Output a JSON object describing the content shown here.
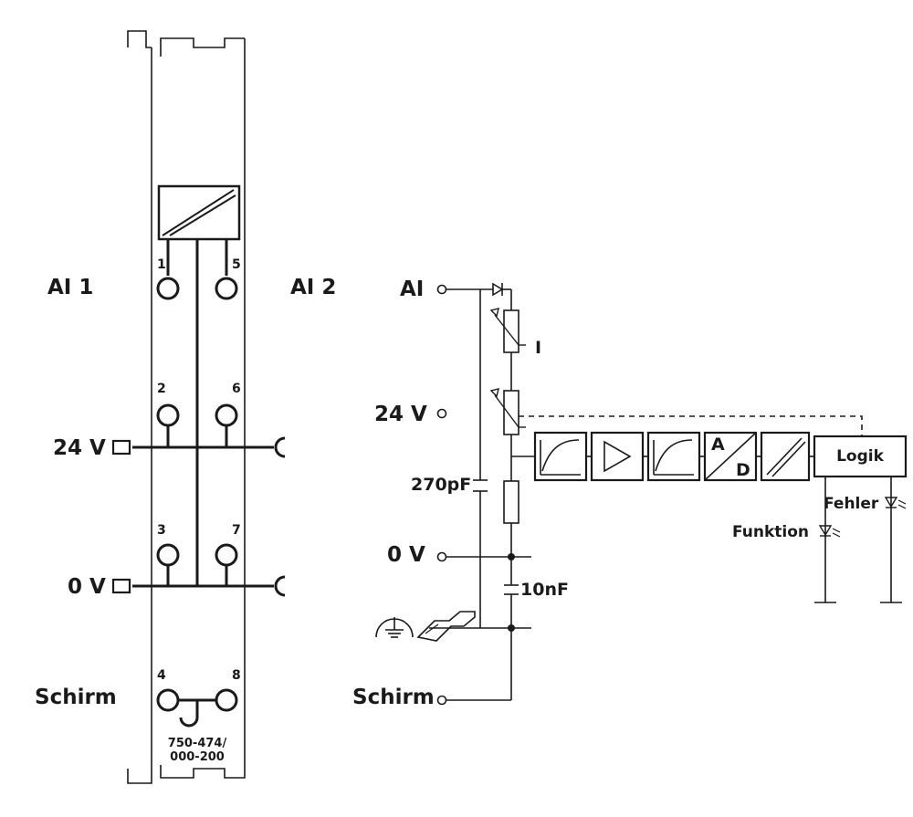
{
  "module": {
    "signals": {
      "ai1": "AI 1",
      "ai2": "AI 2",
      "v24": "24 V",
      "v0": "0 V",
      "shield": "Schirm"
    },
    "terminals": [
      "1",
      "2",
      "3",
      "4",
      "5",
      "6",
      "7",
      "8"
    ],
    "part_number_line1": "750-474/",
    "part_number_line2": "000-200"
  },
  "schematic": {
    "inputs": {
      "ai": "AI",
      "v24": "24 V",
      "v0": "0 V",
      "shield": "Schirm"
    },
    "current_label": "I",
    "cap_small": "270pF",
    "cap_large": "10nF",
    "adc_a": "A",
    "adc_d": "D",
    "logic": "Logik",
    "led_error": "Fehler",
    "led_function": "Funktion"
  },
  "colors": {
    "ink": "#1a1a1a",
    "module_fill": "#ffffff"
  }
}
